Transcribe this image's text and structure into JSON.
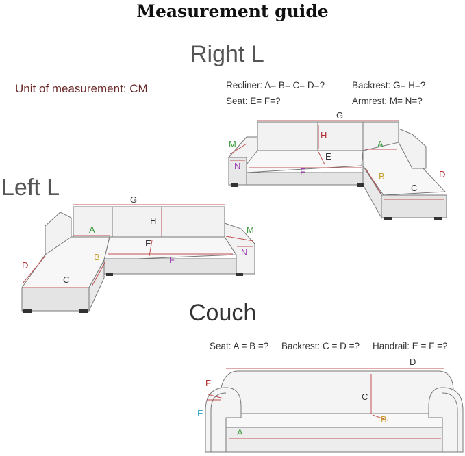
{
  "title": "Measurement guide",
  "unit": "Unit of measurement: CM",
  "sections": {
    "right_l": {
      "heading": "Right L",
      "recliner": "Recliner: A= B= C= D=?",
      "backrest": "Backrest: G= H=?",
      "seat": "Seat: E= F=?",
      "armrest": "Armrest: M= N=?"
    },
    "left_l": {
      "heading": "Left L"
    },
    "couch": {
      "heading": "Couch",
      "seat": "Seat: A = B =?",
      "backrest": "Backrest: C = D =?",
      "handrail": "Handrail: E = F =?"
    }
  },
  "labels": {
    "A": "A",
    "B": "B",
    "C": "C",
    "D": "D",
    "E": "E",
    "F": "F",
    "G": "G",
    "H": "H",
    "M": "M",
    "N": "N"
  },
  "colors": {
    "A": "#3a9a3a",
    "B": "#c8a030",
    "C": "#333333",
    "D": "#b03030",
    "E": "#333333",
    "F": "#9a3ab0",
    "G": "#333333",
    "H": "#b03030",
    "M": "#3a9a3a",
    "N": "#9a3ab0",
    "couch_E": "#40a8c8",
    "couch_F": "#b03030",
    "couch_A": "#3a9a3a",
    "couch_B": "#c8a030"
  }
}
